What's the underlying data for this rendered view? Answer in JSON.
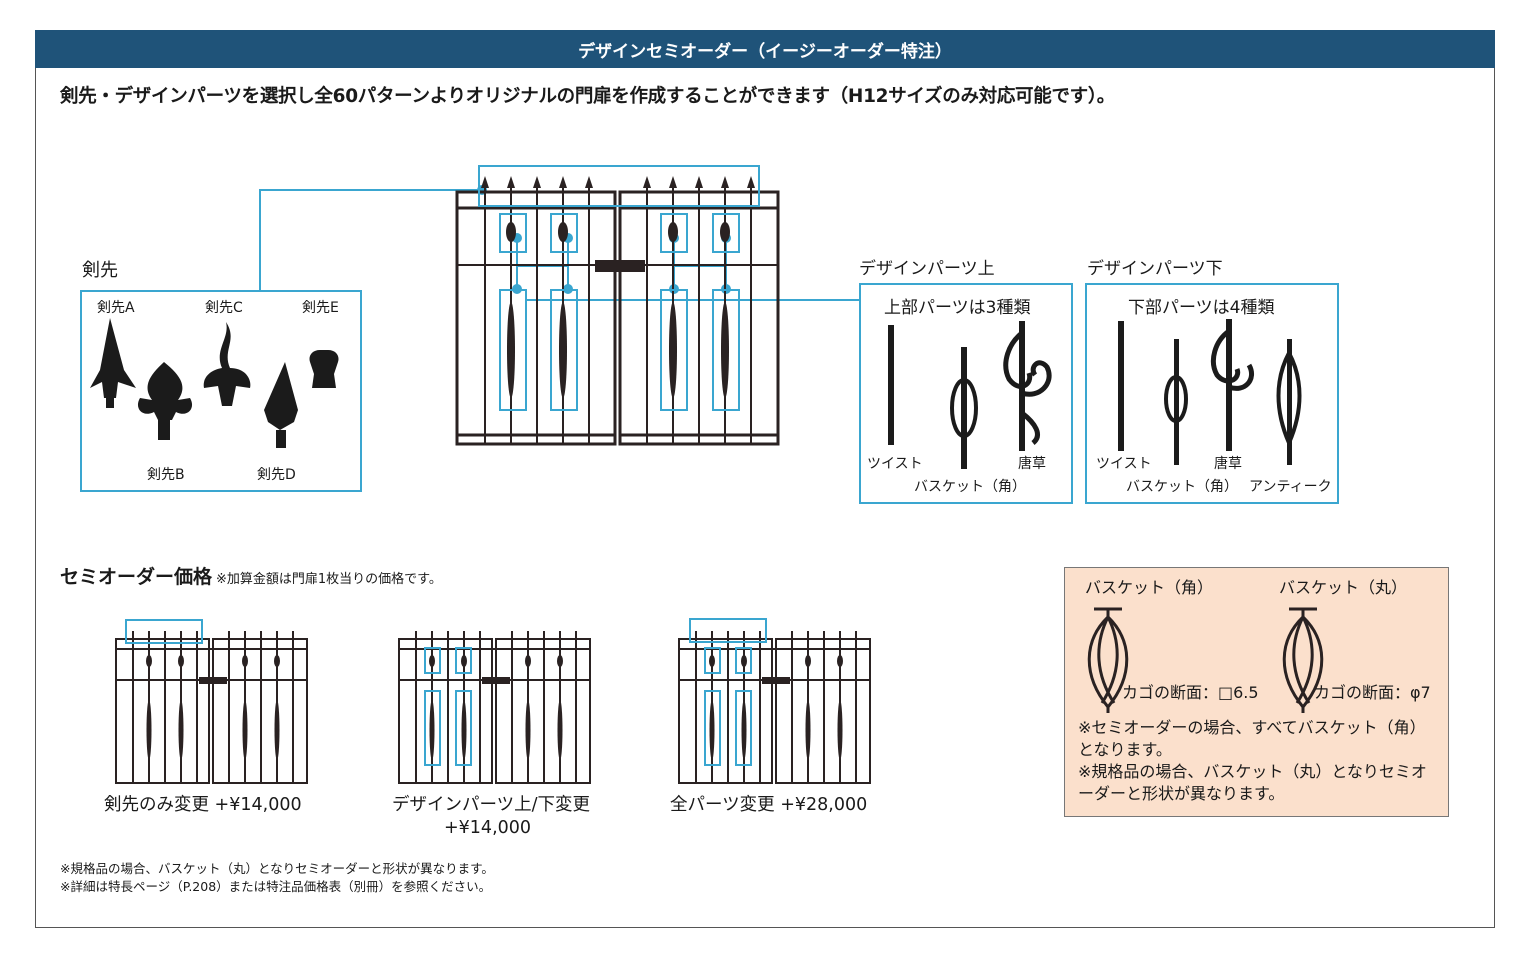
{
  "header": {
    "title": "デザインセミオーダー（イージーオーダー特注）"
  },
  "intro": "剣先・デザインパーツを選択し全60パターンよりオリジナルの門扉を作成することができます（H12サイズのみ対応可能です）。",
  "tips": {
    "heading": "剣先",
    "labels": [
      "剣先A",
      "剣先B",
      "剣先C",
      "剣先D",
      "剣先E"
    ]
  },
  "parts_upper": {
    "heading": "デザインパーツ上",
    "box_title": "上部パーツは3種類",
    "labels": [
      "ツイスト",
      "バスケット（角）",
      "唐草"
    ]
  },
  "parts_lower": {
    "heading": "デザインパーツ下",
    "box_title": "下部パーツは4種類",
    "labels": [
      "ツイスト",
      "バスケット（角）",
      "唐草",
      "アンティーク"
    ]
  },
  "price": {
    "title": "セミオーダー価格",
    "note": "※加算金額は門扉1枚当りの価格です。",
    "options": [
      {
        "label": "剣先のみ変更 +¥14,000"
      },
      {
        "label": "デザインパーツ上/下変更",
        "label2": "+¥14,000"
      },
      {
        "label": "全パーツ変更 +¥28,000"
      }
    ]
  },
  "basket": {
    "square_title": "バスケット（角）",
    "round_title": "バスケット（丸）",
    "square_section": "カゴの断面：□6.5",
    "round_section": "カゴの断面：φ7",
    "note1": "※セミオーダーの場合、すべてバスケット（角）となります。",
    "note2": "※規格品の場合、バスケット（丸）となりセミオーダーと形状が異なります。"
  },
  "footnotes": [
    "※規格品の場合、バスケット（丸）となりセミオーダーと形状が異なります。",
    "※詳細は特長ページ（P.208）または特注品価格表（別冊）を参照ください。"
  ],
  "colors": {
    "header_bg": "#1f5379",
    "highlight": "#3aa6d0",
    "info_bg": "#fbe0cc",
    "iron": "#2a2222"
  }
}
